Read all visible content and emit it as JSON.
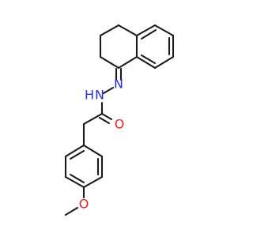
{
  "molecule": {
    "atom_labels": {
      "n1": "N",
      "n2": "N",
      "h": "H",
      "o_carbonyl": "O",
      "o_ether": "O"
    },
    "colors": {
      "bond": "#1a1a1a",
      "nitrogen": "#2a2ad8",
      "oxygen": "#e62222"
    }
  }
}
